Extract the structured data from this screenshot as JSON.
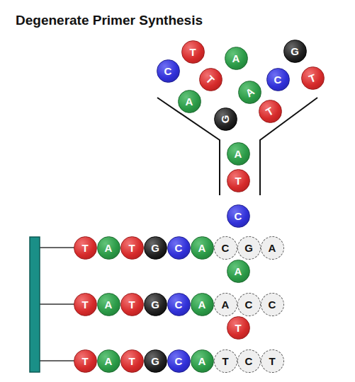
{
  "diagram": {
    "title": "Degenerate Primer Synthesis",
    "nodes": [
      {
        "text": [
          "G"
        ]
      },
      {
        "text": [
          "T"
        ]
      },
      {
        "text": [
          "A"
        ]
      },
      {
        "text": [
          "C"
        ]
      },
      {
        "text": [
          "T"
        ]
      },
      {
        "text": [
          "C"
        ]
      },
      {
        "text": [
          "T"
        ]
      },
      {
        "text": [
          "A"
        ]
      },
      {
        "text": [
          "A"
        ]
      },
      {
        "text": [
          "T"
        ]
      },
      {
        "text": [
          "G"
        ]
      },
      {
        "text": [
          "A"
        ]
      },
      {
        "text": [
          "T"
        ]
      },
      {
        "text": [
          "C"
        ]
      },
      {
        "text": [
          "T"
        ]
      },
      {
        "text": [
          "A"
        ]
      },
      {
        "text": [
          "T"
        ]
      },
      {
        "text": [
          "G"
        ]
      },
      {
        "text": [
          "C"
        ]
      },
      {
        "text": [
          "A"
        ]
      },
      {
        "text": [
          "C"
        ]
      },
      {
        "text": [
          "G"
        ]
      },
      {
        "text": [
          "A"
        ]
      },
      {
        "text": [
          "A"
        ]
      },
      {
        "text": [
          "T"
        ]
      },
      {
        "text": [
          "A"
        ]
      },
      {
        "text": [
          "T"
        ]
      },
      {
        "text": [
          "G"
        ]
      },
      {
        "text": [
          "C"
        ]
      },
      {
        "text": [
          "A"
        ]
      },
      {
        "text": [
          "A"
        ]
      },
      {
        "text": [
          "C"
        ]
      },
      {
        "text": [
          "C"
        ]
      },
      {
        "text": [
          "T"
        ]
      },
      {
        "text": [
          "T"
        ]
      },
      {
        "text": [
          "A"
        ]
      },
      {
        "text": [
          "T"
        ]
      },
      {
        "text": [
          "G"
        ]
      },
      {
        "text": [
          "C"
        ]
      },
      {
        "text": [
          "A"
        ]
      },
      {
        "text": [
          "T"
        ]
      },
      {
        "text": [
          "C"
        ]
      },
      {
        "text": [
          "T"
        ]
      }
    ]
  }
}
